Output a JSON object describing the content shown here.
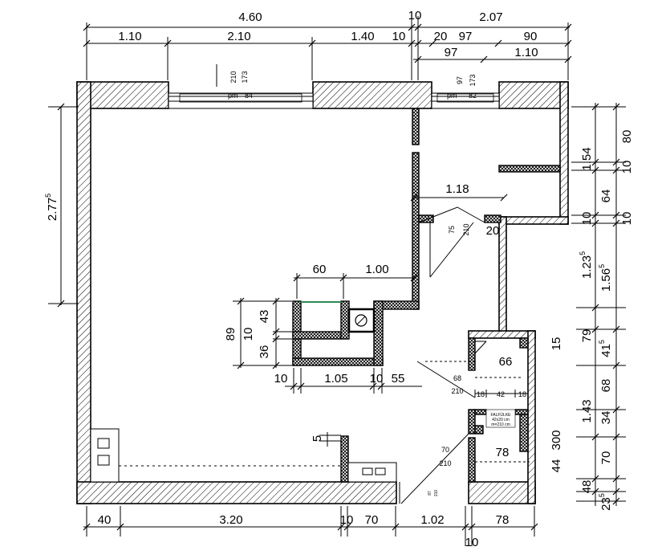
{
  "dimensions": {
    "top_row1": [
      "4.60",
      "10",
      "2.07"
    ],
    "top_row2": [
      "1.10",
      "2.10",
      "1.40",
      "10",
      "20",
      "97",
      "90"
    ],
    "top_row3": [
      "97",
      "1.10"
    ],
    "bottom_row1": [
      "40",
      "3.20",
      "10",
      "70",
      "1.02",
      "78"
    ],
    "bottom_row2": [
      "10"
    ],
    "left_height": "2.77",
    "left_height_sup": "5",
    "right_inner": [
      "80",
      "10",
      "64",
      "10",
      "1.56",
      "41",
      "68",
      "34",
      "70",
      "23"
    ],
    "right_inner_sups": {
      "1.56": "5",
      "41": "5",
      "23": "5"
    },
    "right_outer": [
      "1.54",
      "10",
      "1.23",
      "79",
      "15",
      "1.43",
      "300",
      "44",
      "48"
    ],
    "right_outer_sups": {
      "1.23": "5"
    },
    "inner_horizontal": [
      "1.18",
      "20",
      "60",
      "1.00",
      "10",
      "1.05",
      "10",
      "55",
      "66",
      "78",
      "42",
      "18",
      "18"
    ],
    "inner_vertical": [
      "89",
      "10",
      "43",
      "36",
      "5"
    ]
  },
  "openings": {
    "window_1": {
      "pm": "pm",
      "sill": "84",
      "height": "210",
      "head": "173"
    },
    "window_2": {
      "pm": "pm",
      "sill": "82",
      "height": "97",
      "head": "173"
    },
    "door_1": {
      "width": "75",
      "height": "210"
    },
    "door_2": {
      "width": "68",
      "height": "210"
    },
    "door_3": {
      "width": "70",
      "height": "210"
    },
    "door_4": {
      "width": "87",
      "height": "210"
    }
  },
  "labels": {
    "wall_niche_line1": "FALFÜLKE",
    "wall_niche_line2": "42x20 cm",
    "wall_niche_line3": "m=210 cm"
  },
  "colors": {
    "line": "#000000",
    "background": "#ffffff",
    "hatch": "#000000",
    "accent_wall": "#2e8b57"
  }
}
